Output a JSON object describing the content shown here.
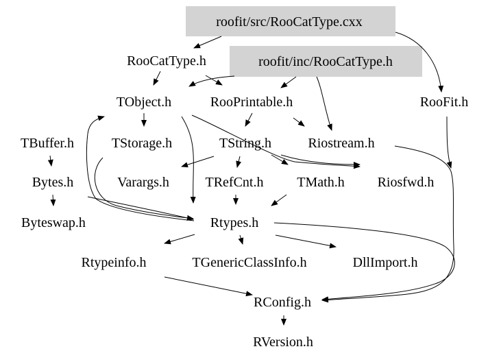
{
  "colors": {
    "highlight_box": "#d3d3d3",
    "edge": "#000000",
    "text": "#000000",
    "background": "#ffffff"
  },
  "nodes": {
    "roofit_src_roocattype_cxx": "roofit/src/RooCatType.cxx",
    "roocattype_h": "RooCatType.h",
    "roofit_inc_roocattype_h": "roofit/inc/RooCatType.h",
    "tobject_h": "TObject.h",
    "rooprintable_h": "RooPrintable.h",
    "roofit_h": "RooFit.h",
    "tbuffer_h": "TBuffer.h",
    "tstorage_h": "TStorage.h",
    "tstring_h": "TString.h",
    "riostream_h": "Riostream.h",
    "bytes_h": "Bytes.h",
    "varargs_h": "Varargs.h",
    "trefcnt_h": "TRefCnt.h",
    "tmath_h": "TMath.h",
    "riosfwd_h": "Riosfwd.h",
    "byteswap_h": "Byteswap.h",
    "rtypes_h": "Rtypes.h",
    "rtypeinfo_h": "Rtypeinfo.h",
    "tgenericclassinfo_h": "TGenericClassInfo.h",
    "dllimport_h": "DllImport.h",
    "rconfig_h": "RConfig.h",
    "rversion_h": "RVersion.h"
  }
}
